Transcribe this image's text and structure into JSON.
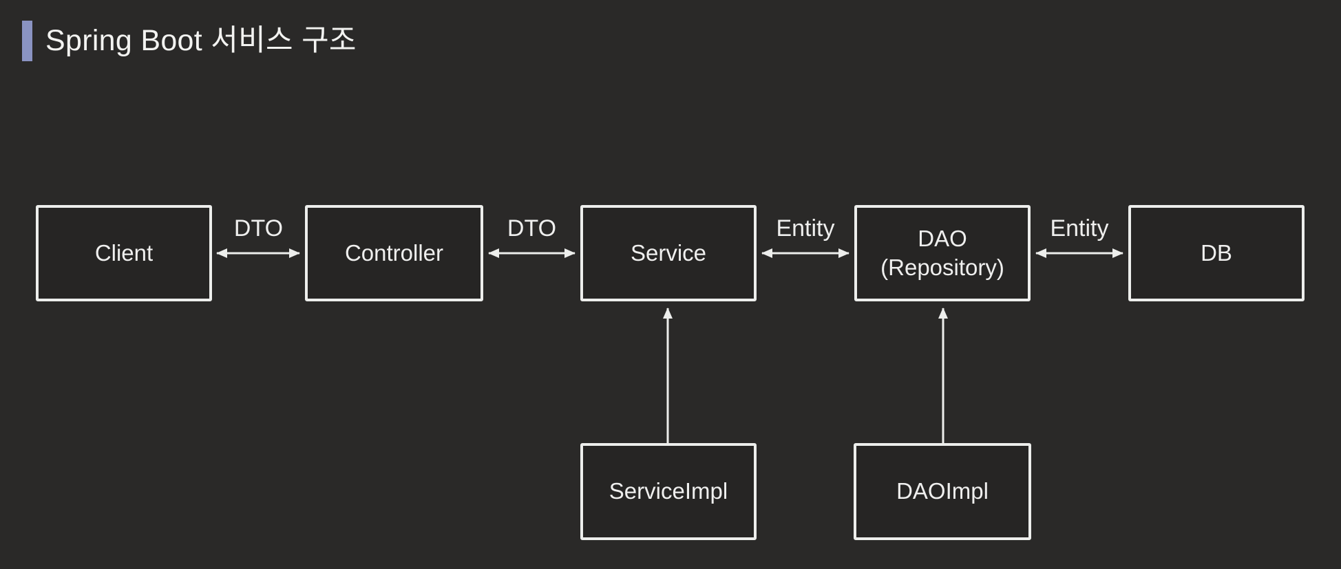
{
  "title": "Spring Boot 서비스 구조",
  "colors": {
    "background": "#2a2928",
    "accent_bar": "#8a93c2",
    "node_border": "#edeeec",
    "node_fill": "#262524",
    "text": "#efefee",
    "arrow": "#edeeec"
  },
  "nodes": {
    "client": {
      "label": "Client"
    },
    "controller": {
      "label": "Controller"
    },
    "service": {
      "label": "Service"
    },
    "dao": {
      "label": "DAO\n(Repository)"
    },
    "db": {
      "label": "DB"
    },
    "service_impl": {
      "label": "ServiceImpl"
    },
    "dao_impl": {
      "label": "DAOImpl"
    }
  },
  "edges": {
    "client_controller": {
      "label": "DTO",
      "from": "Client",
      "to": "Controller",
      "direction": "bidirectional"
    },
    "controller_service": {
      "label": "DTO",
      "from": "Controller",
      "to": "Service",
      "direction": "bidirectional"
    },
    "service_dao": {
      "label": "Entity",
      "from": "Service",
      "to": "DAO (Repository)",
      "direction": "bidirectional"
    },
    "dao_db": {
      "label": "Entity",
      "from": "DAO (Repository)",
      "to": "DB",
      "direction": "bidirectional"
    },
    "serviceimpl_service": {
      "from": "ServiceImpl",
      "to": "Service",
      "direction": "up"
    },
    "daoimpl_dao": {
      "from": "DAOImpl",
      "to": "DAO (Repository)",
      "direction": "up"
    }
  }
}
